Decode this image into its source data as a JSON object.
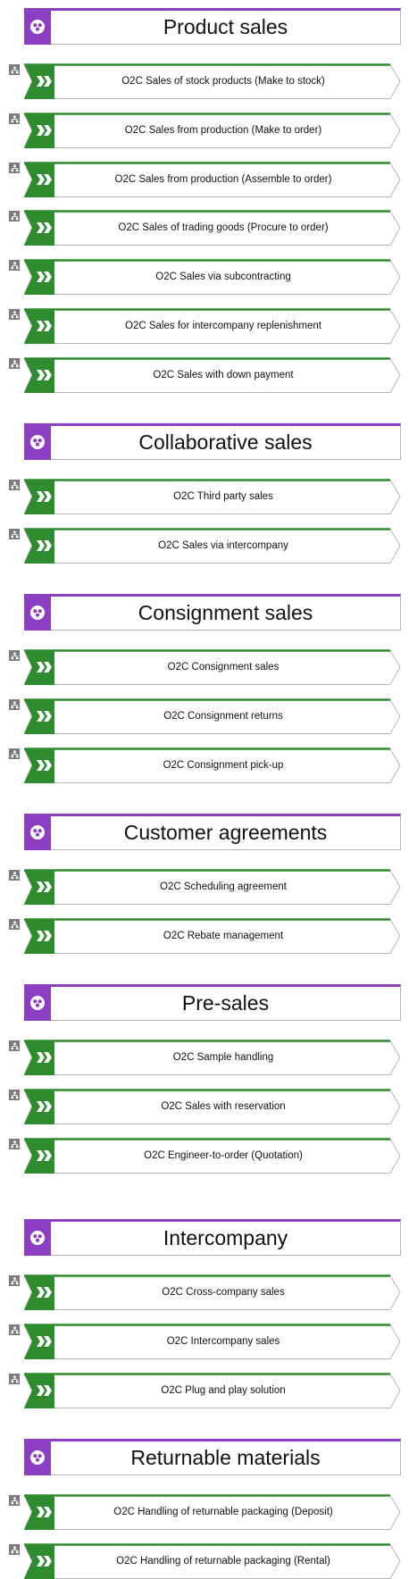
{
  "colors": {
    "header_accent": "#8c3fc3",
    "step_accent": "#2e8b2e",
    "outline": "#b5b5b5",
    "sub_icon": "#7b7b7b"
  },
  "icons": {
    "group": "process-group-icon",
    "step": "double-chevron-icon",
    "sub": "hierarchy-icon"
  },
  "groups": [
    {
      "title": "Product sales",
      "steps": [
        "O2C Sales of stock products (Make to stock)",
        "O2C Sales from production (Make to order)",
        "O2C Sales from production (Assemble to order)",
        "O2C Sales of trading goods (Procure to order)",
        "O2C Sales via subcontracting",
        "O2C Sales for intercompany replenishment",
        "O2C Sales with down payment"
      ]
    },
    {
      "title": "Collaborative sales",
      "steps": [
        "O2C Third party sales",
        "O2C Sales via intercompany"
      ]
    },
    {
      "title": "Consignment sales",
      "steps": [
        "O2C Consignment sales",
        "O2C Consignment returns",
        "O2C Consignment pick-up"
      ]
    },
    {
      "title": "Customer agreements",
      "steps": [
        "O2C Scheduling agreement",
        "O2C Rebate management"
      ]
    },
    {
      "title": "Pre-sales",
      "steps": [
        "O2C Sample handling",
        "O2C Sales with reservation",
        "O2C Engineer-to-order (Quotation)"
      ]
    },
    {
      "title": "Intercompany",
      "steps": [
        "O2C Cross-company sales",
        "O2C Intercompany sales",
        "O2C Plug and play solution"
      ]
    },
    {
      "title": "Returnable materials",
      "steps": [
        "O2C Handling of returnable packaging (Deposit)",
        "O2C Handling of returnable packaging (Rental)"
      ]
    }
  ]
}
